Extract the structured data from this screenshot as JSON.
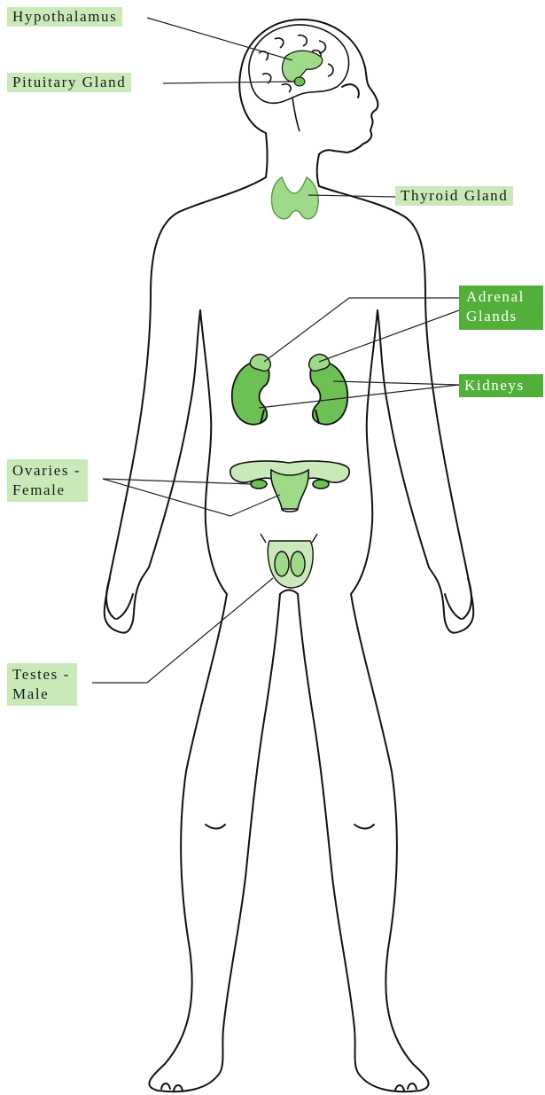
{
  "colors": {
    "label_light": "#c9e9b8",
    "label_dark": "#52b03a",
    "gland_fill": "#9fd98a",
    "kidney_fill": "#6cc054",
    "outline": "#111111"
  },
  "labels": {
    "hypothalamus": "Hypothalamus",
    "pituitary": "Pituitary Gland",
    "thyroid": "Thyroid Gland",
    "adrenal_line1": "Adrenal",
    "adrenal_line2": "Glands",
    "kidneys": "Kidneys",
    "ovaries_line1": "Ovaries -",
    "ovaries_line2": "Female",
    "testes_line1": "Testes -",
    "testes_line2": "Male"
  }
}
